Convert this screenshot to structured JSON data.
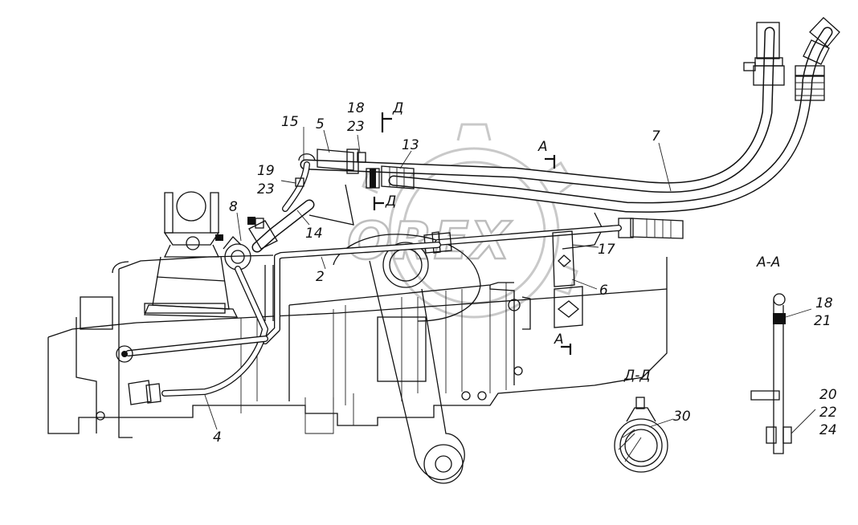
{
  "labels": {
    "l15": "15",
    "l5": "5",
    "l18a": "18",
    "l23a": "23",
    "lD1": "Д",
    "l13": "13",
    "lA1": "А",
    "l7": "7",
    "l19": "19",
    "l23b": "23",
    "lD2": "Д",
    "l8": "8",
    "l14": "14",
    "l2": "2",
    "l17": "17",
    "l6": "6",
    "lA2": "А",
    "l4": "4",
    "sectionAA": "А-А",
    "l18b": "18",
    "l21": "21",
    "l20": "20",
    "l22": "22",
    "l24": "24",
    "sectionDD": "Д-Д",
    "l30": "30"
  },
  "watermark": {
    "text": "OREX"
  }
}
